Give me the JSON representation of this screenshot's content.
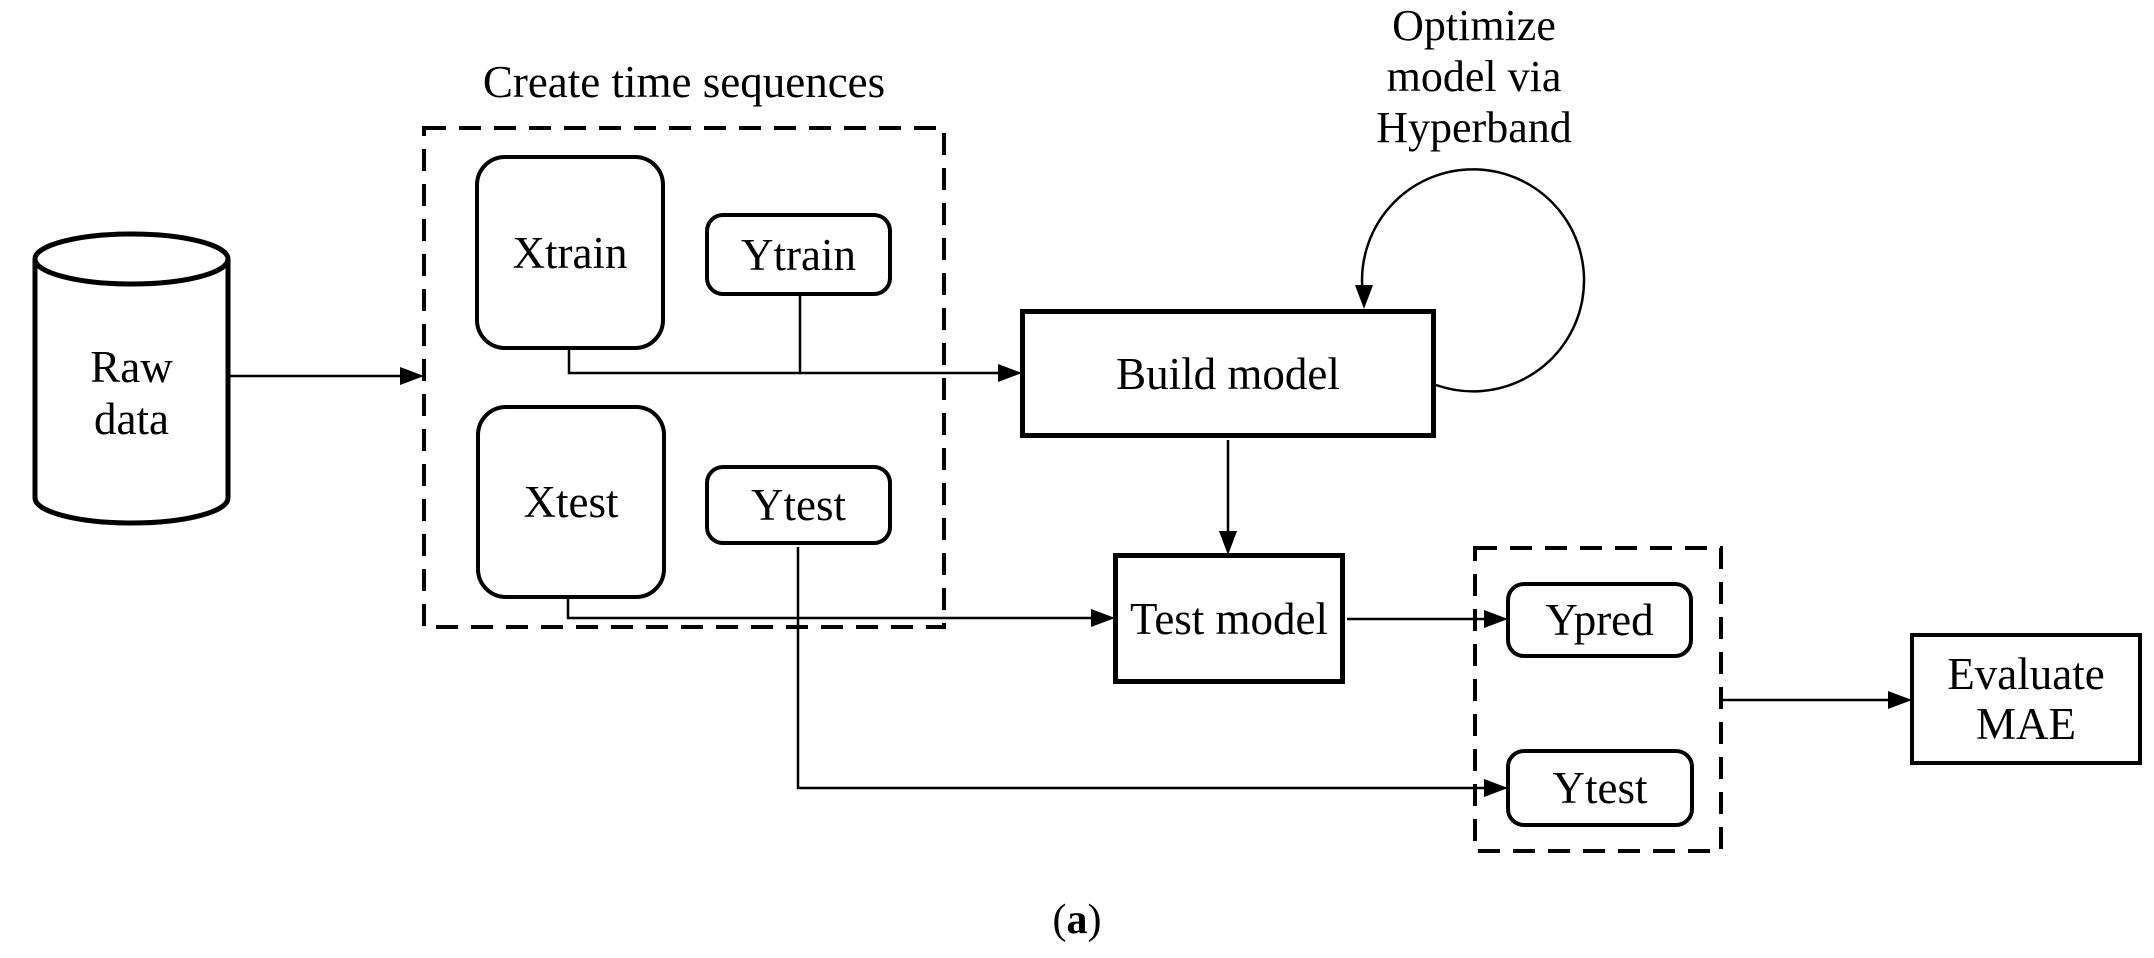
{
  "colors": {
    "ink": "#000000",
    "paper": "#ffffff"
  },
  "cylinder": {
    "label_line1": "Raw",
    "label_line2": "data"
  },
  "sequence_group": {
    "title": "Create time sequences",
    "xtrain": "Xtrain",
    "ytrain": "Ytrain",
    "xtest": "Xtest",
    "ytest": "Ytest"
  },
  "hyperband_note": {
    "line1": "Optimize",
    "line2": "model via",
    "line3": "Hyperband"
  },
  "build_model": {
    "label": "Build model"
  },
  "test_model": {
    "label": "Test model"
  },
  "output_group": {
    "ypred": "Ypred",
    "ytest": "Ytest"
  },
  "evaluate": {
    "line1": "Evaluate",
    "line2": "MAE"
  },
  "caption": {
    "open": "(",
    "letter": "a",
    "close": ")"
  }
}
